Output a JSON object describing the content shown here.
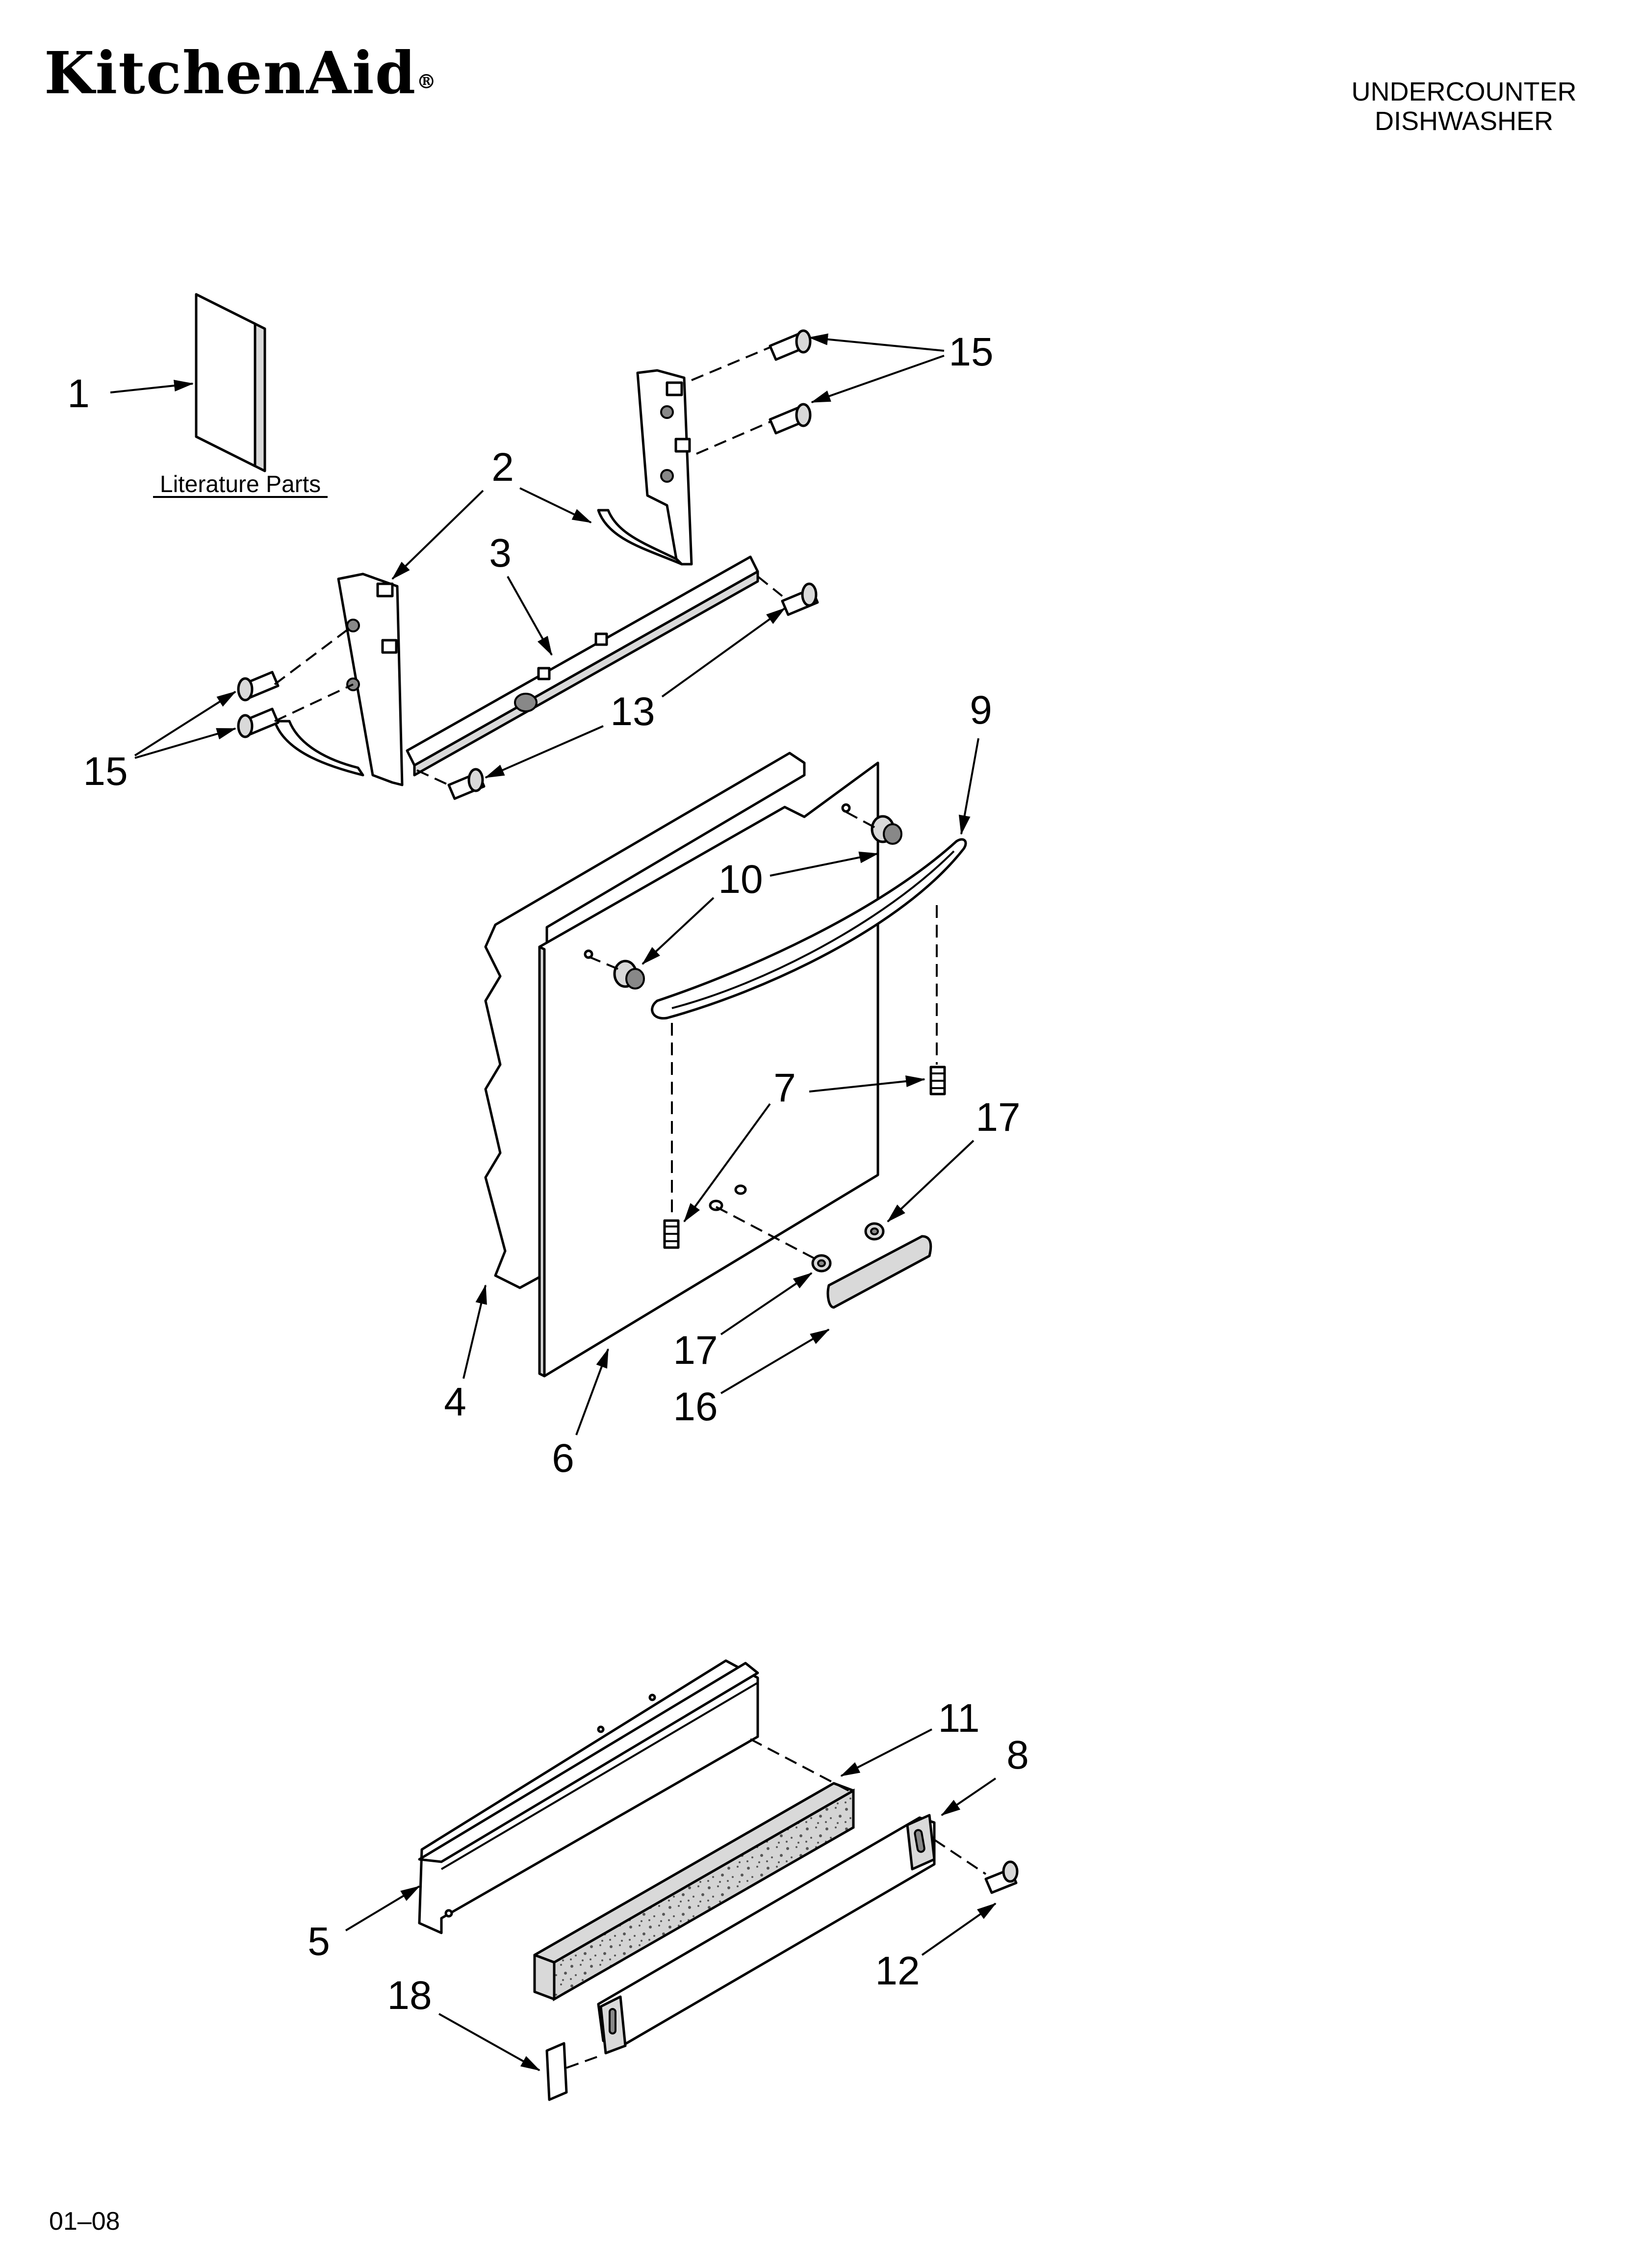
{
  "header": {
    "brand": "KitchenAid",
    "registered_mark": "®",
    "product_line1": "UNDERCOUNTER",
    "product_line2": "DISHWASHER"
  },
  "literature_label": "Literature Parts",
  "callouts": {
    "c1": "1",
    "c2": "2",
    "c3": "3",
    "c4": "4",
    "c5": "5",
    "c6": "6",
    "c7": "7",
    "c8": "8",
    "c9": "9",
    "c10": "10",
    "c11": "11",
    "c12": "12",
    "c13": "13",
    "c15a": "15",
    "c15b": "15",
    "c16": "16",
    "c17a": "17",
    "c17b": "17",
    "c18": "18"
  },
  "footer": {
    "code": "01–08"
  }
}
